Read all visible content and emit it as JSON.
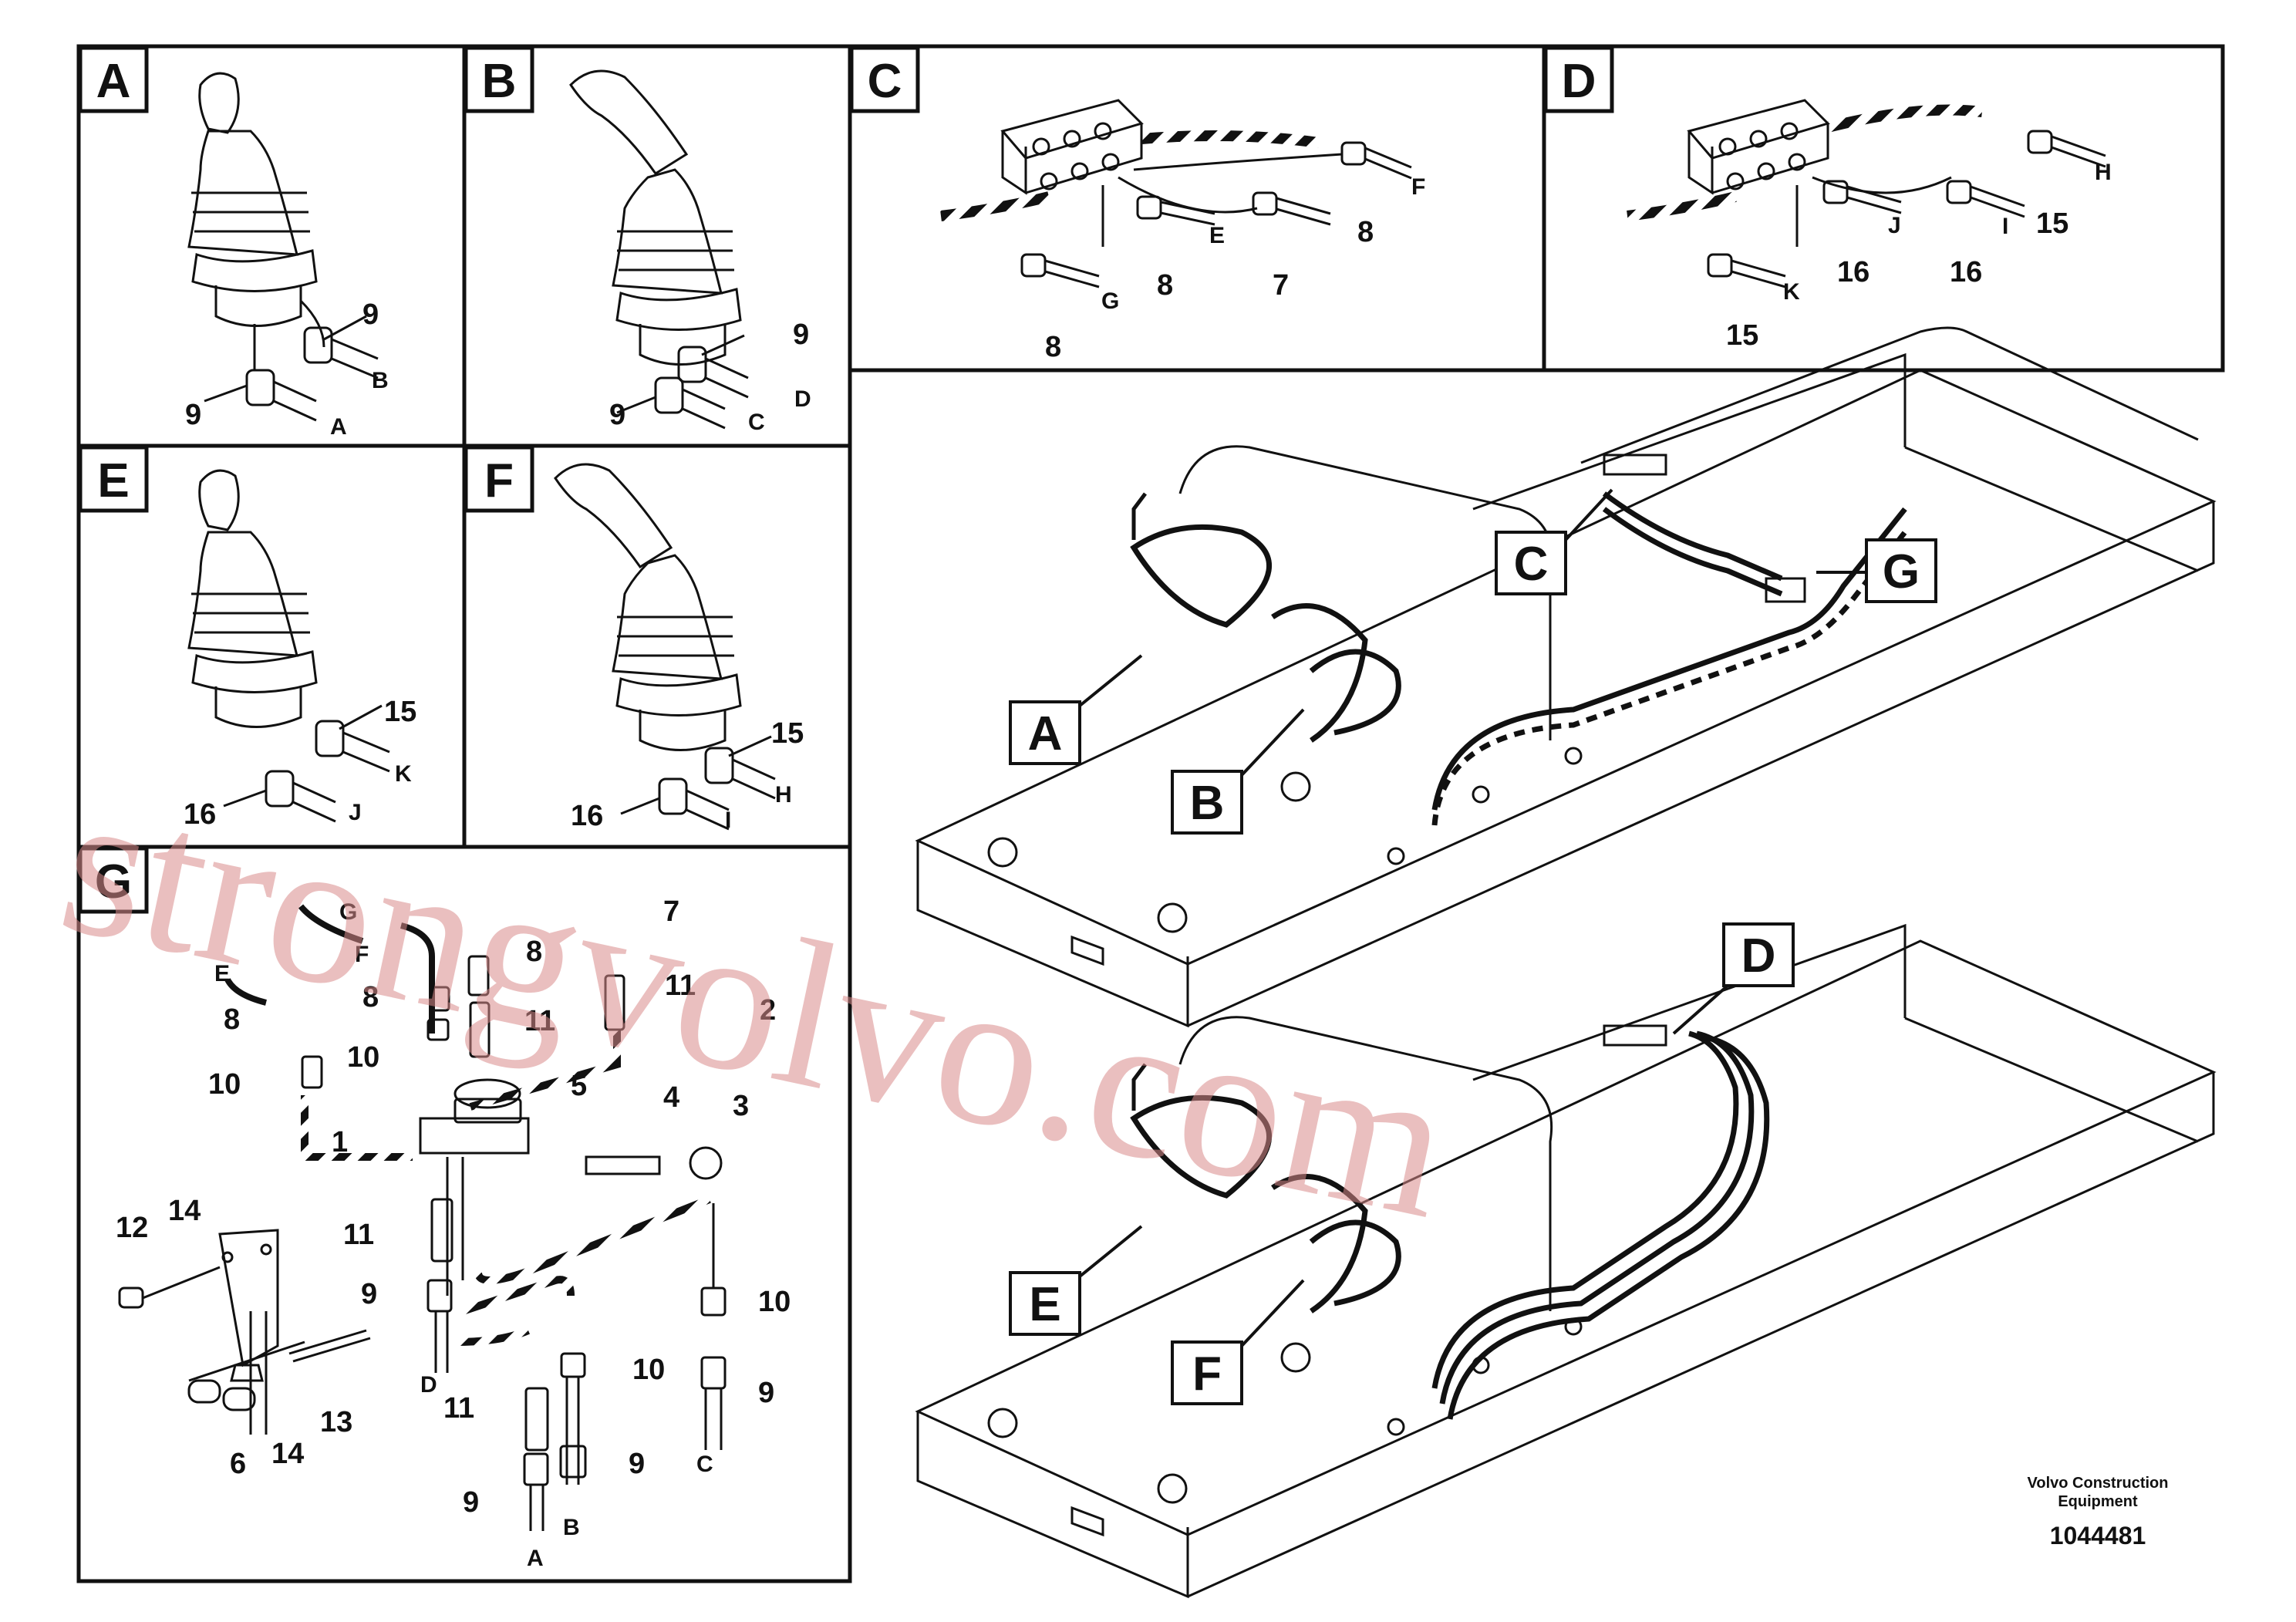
{
  "panels": {
    "A": {
      "label": "A",
      "callouts": [
        "9",
        "9"
      ],
      "hoses": [
        "B",
        "A"
      ]
    },
    "B": {
      "label": "B",
      "callouts": [
        "9",
        "9"
      ],
      "hoses": [
        "D",
        "C"
      ]
    },
    "C": {
      "label": "C",
      "callouts": [
        "8",
        "8",
        "7",
        "8"
      ],
      "hoses": [
        "G",
        "E",
        "F"
      ]
    },
    "D": {
      "label": "D",
      "callouts": [
        "15",
        "16",
        "16",
        "15"
      ],
      "hoses": [
        "K",
        "J",
        "I",
        "H"
      ]
    },
    "E": {
      "label": "E",
      "callouts": [
        "15",
        "16"
      ],
      "hoses": [
        "K",
        "J"
      ]
    },
    "F": {
      "label": "F",
      "callouts": [
        "15",
        "16"
      ],
      "hoses": [
        "H",
        "I"
      ]
    },
    "G": {
      "label": "G",
      "callouts": [
        "7",
        "8",
        "8",
        "8",
        "11",
        "11",
        "10",
        "10",
        "2",
        "5",
        "4",
        "3",
        "1",
        "12",
        "14",
        "11",
        "9",
        "10",
        "9",
        "10",
        "11",
        "9",
        "9",
        "6",
        "14",
        "13"
      ],
      "hoses": [
        "G",
        "F",
        "E",
        "D",
        "C",
        "B",
        "A"
      ]
    }
  },
  "overview": {
    "top_callouts": [
      "A",
      "B",
      "C",
      "G"
    ],
    "bottom_callouts": [
      "E",
      "F",
      "D"
    ]
  },
  "footer": {
    "company_line1": "Volvo Construction",
    "company_line2": "Equipment",
    "drawing_number": "1044481"
  },
  "watermark": "strongvolvo.com"
}
